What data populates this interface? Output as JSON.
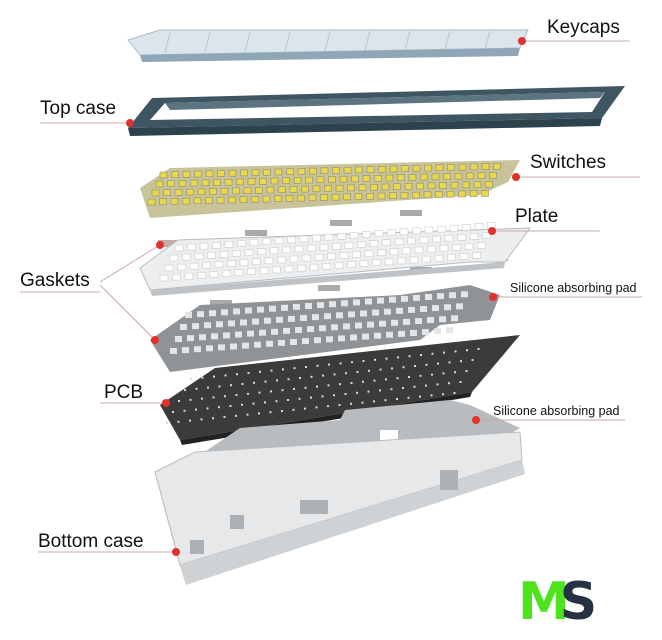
{
  "labels": {
    "keycaps": "Keycaps",
    "top_case": "Top case",
    "switches": "Switches",
    "plate": "Plate",
    "gaskets": "Gaskets",
    "silicone_pad_upper": "Silicone absorbing pad",
    "pcb": "PCB",
    "silicone_pad_lower": "Silicone absorbing pad",
    "bottom_case": "Bottom case"
  },
  "logo": {
    "m": "M",
    "s": "S"
  },
  "colors": {
    "marker": "#e0322b",
    "leader": "#c9a9a6",
    "logo_green": "#4ee31c",
    "logo_navy": "#263244"
  }
}
